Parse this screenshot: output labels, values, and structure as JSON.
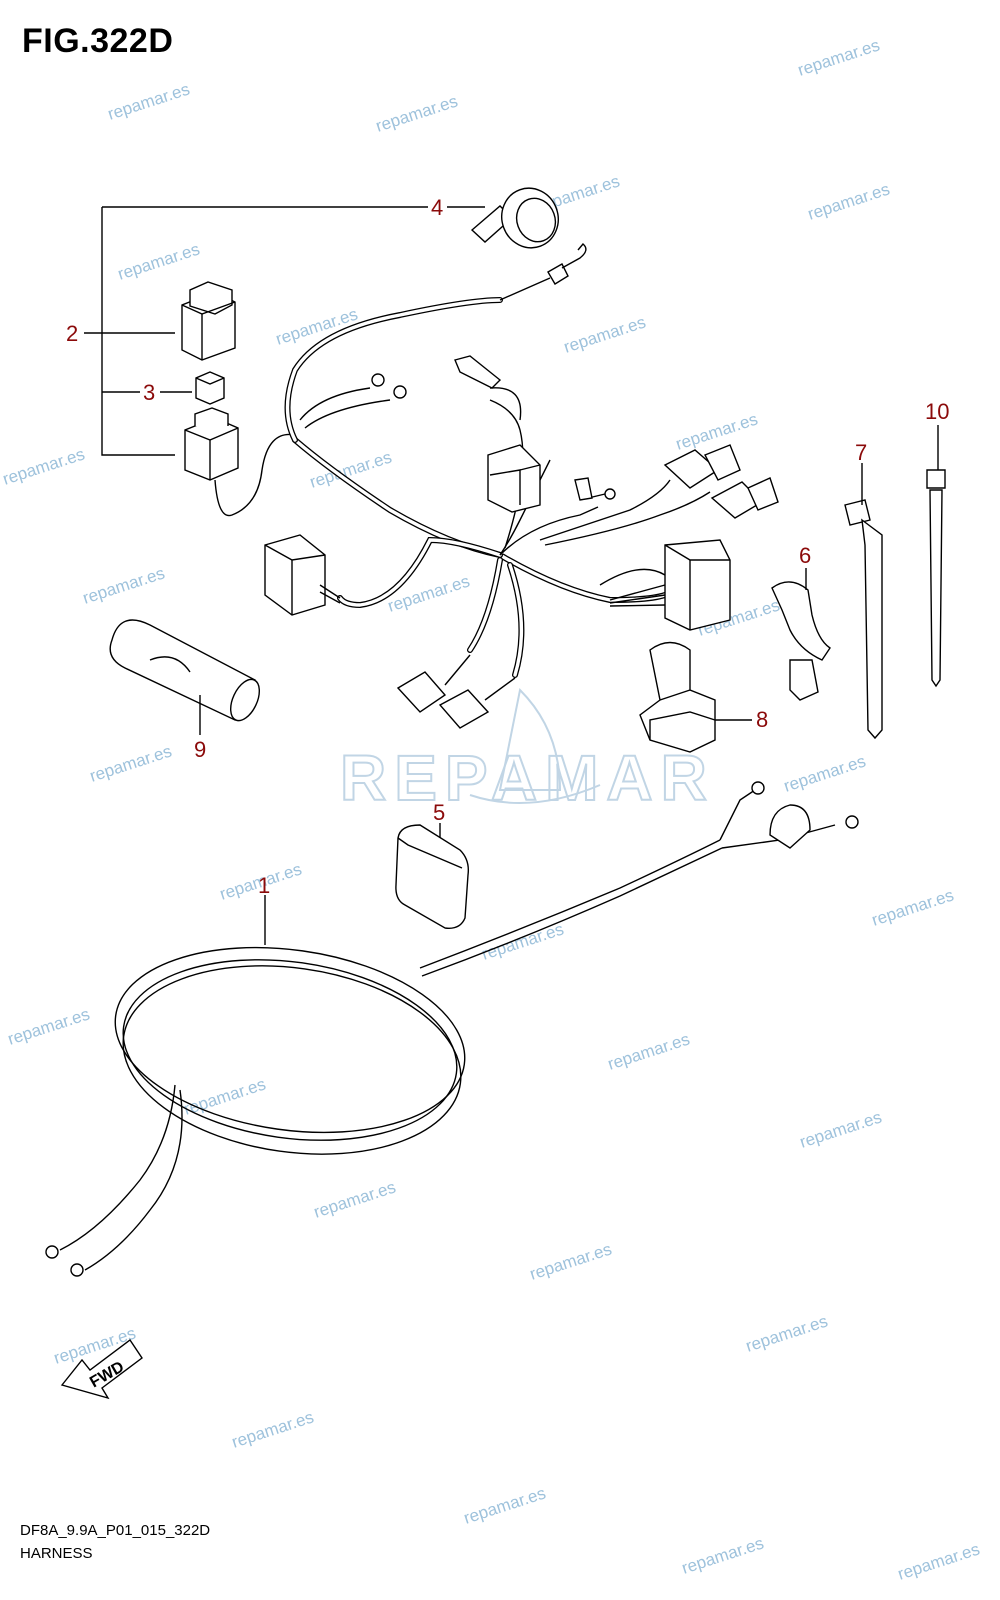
{
  "figure": {
    "title": "FIG.322D"
  },
  "footer": {
    "code": "DF8A_9.9A_P01_015_322D",
    "name": "HARNESS"
  },
  "callouts": [
    "1",
    "2",
    "3",
    "4",
    "5",
    "6",
    "7",
    "8",
    "9",
    "10"
  ],
  "watermark": {
    "text": "repamar.es",
    "logo_text": "REPAMAR"
  },
  "fwd_label": "FWD",
  "colors": {
    "callout": "#8b0a0a",
    "watermark": "#9ec2dc",
    "line": "#000000"
  }
}
